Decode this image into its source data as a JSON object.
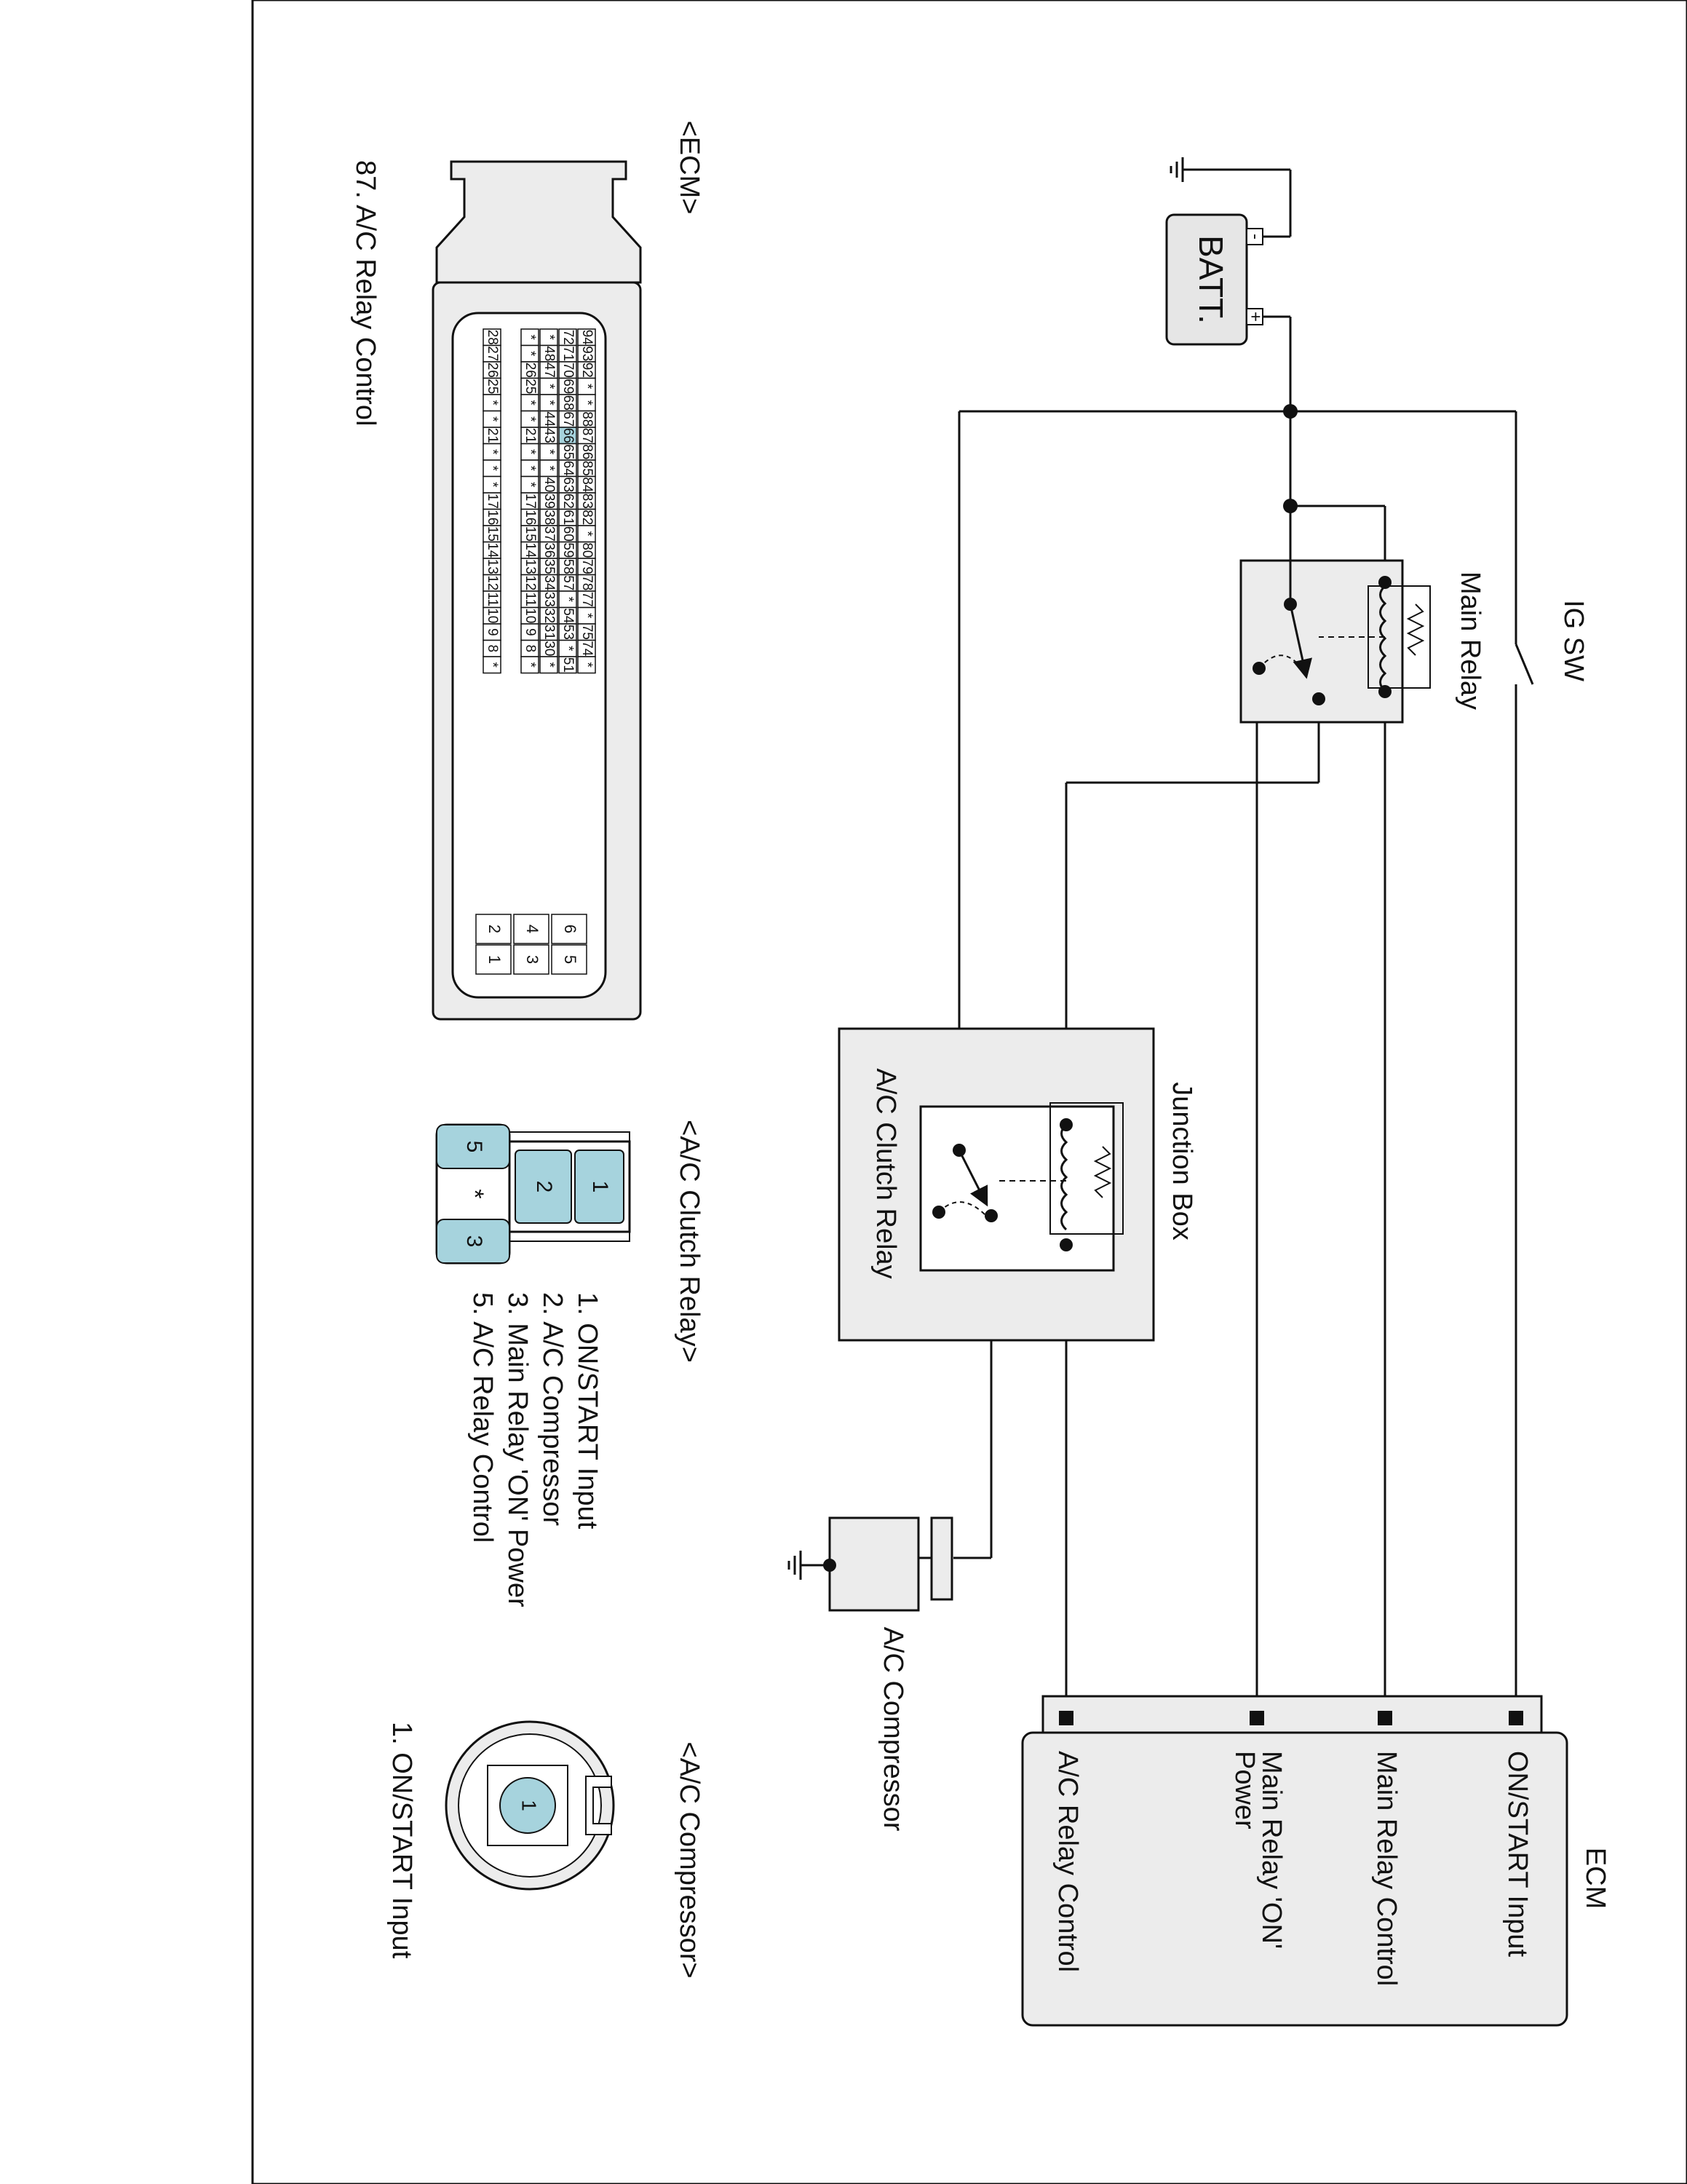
{
  "colors": {
    "line": "#111111",
    "fill_light": "#e6e6e6",
    "fill_box": "#ececec",
    "pin_highlight": "#a6d3dd"
  },
  "frame": {
    "title": "87. A/C Relay Control"
  },
  "labels": {
    "ig_sw": "IG SW",
    "main_relay": "Main Relay",
    "batt": "BATT.",
    "batt_pos": "+",
    "batt_neg": "-",
    "junction_box": "Junction Box",
    "ac_clutch_relay": "A/C Clutch Relay",
    "ac_compressor": "A/C Compressor"
  },
  "ecm": {
    "title": "ECM",
    "pins": [
      "ON/START Input",
      "Main Relay Control",
      "Main Relay 'ON'",
      "Power",
      "A/C Relay Control"
    ]
  },
  "connectors": {
    "ecm": {
      "title": "<ECM>",
      "rows": [
        [
          "94",
          "93",
          "92",
          "*",
          "*",
          "88",
          "87",
          "86",
          "85",
          "84",
          "83",
          "82",
          "*",
          "80",
          "79",
          "78",
          "77",
          "*",
          "75",
          "74",
          "*"
        ],
        [
          "72",
          "71",
          "70",
          "69",
          "68",
          "67",
          "66",
          "65",
          "64",
          "63",
          "62",
          "61",
          "60",
          "59",
          "58",
          "57",
          "*",
          "54",
          "53",
          "*",
          "51"
        ],
        [
          "*",
          "48",
          "47",
          "*",
          "*",
          "44",
          "43",
          "*",
          "*",
          "40",
          "39",
          "38",
          "37",
          "36",
          "35",
          "34",
          "33",
          "32",
          "31",
          "30",
          "*"
        ],
        [
          "*",
          "*",
          "26",
          "25",
          "*",
          "*",
          "21",
          "*",
          "*",
          "*",
          "17",
          "16",
          "15",
          "14",
          "13",
          "12",
          "11",
          "10",
          "9",
          "8",
          "*"
        ],
        [
          "28",
          "27",
          "26",
          "25",
          "*",
          "*",
          "21",
          "*",
          "*",
          "*",
          "17",
          "16",
          "15",
          "14",
          "13",
          "12",
          "11",
          "10",
          "9",
          "8",
          "*"
        ]
      ],
      "small_block": [
        "6",
        "5",
        "4",
        "3",
        "2",
        "1"
      ],
      "highlight_pin": "66"
    },
    "ac_clutch_relay": {
      "title": "<A/C Clutch Relay>",
      "cells": [
        "1",
        "2",
        "5",
        "*",
        "3"
      ],
      "legend": [
        "1. ON/START Input",
        "2. A/C Compressor",
        "3. Main Relay 'ON' Power",
        "5. A/C Relay Control"
      ]
    },
    "ac_compressor": {
      "title": "<A/C Compressor>",
      "pin": "1",
      "legend": [
        "1. ON/START Input"
      ]
    }
  }
}
